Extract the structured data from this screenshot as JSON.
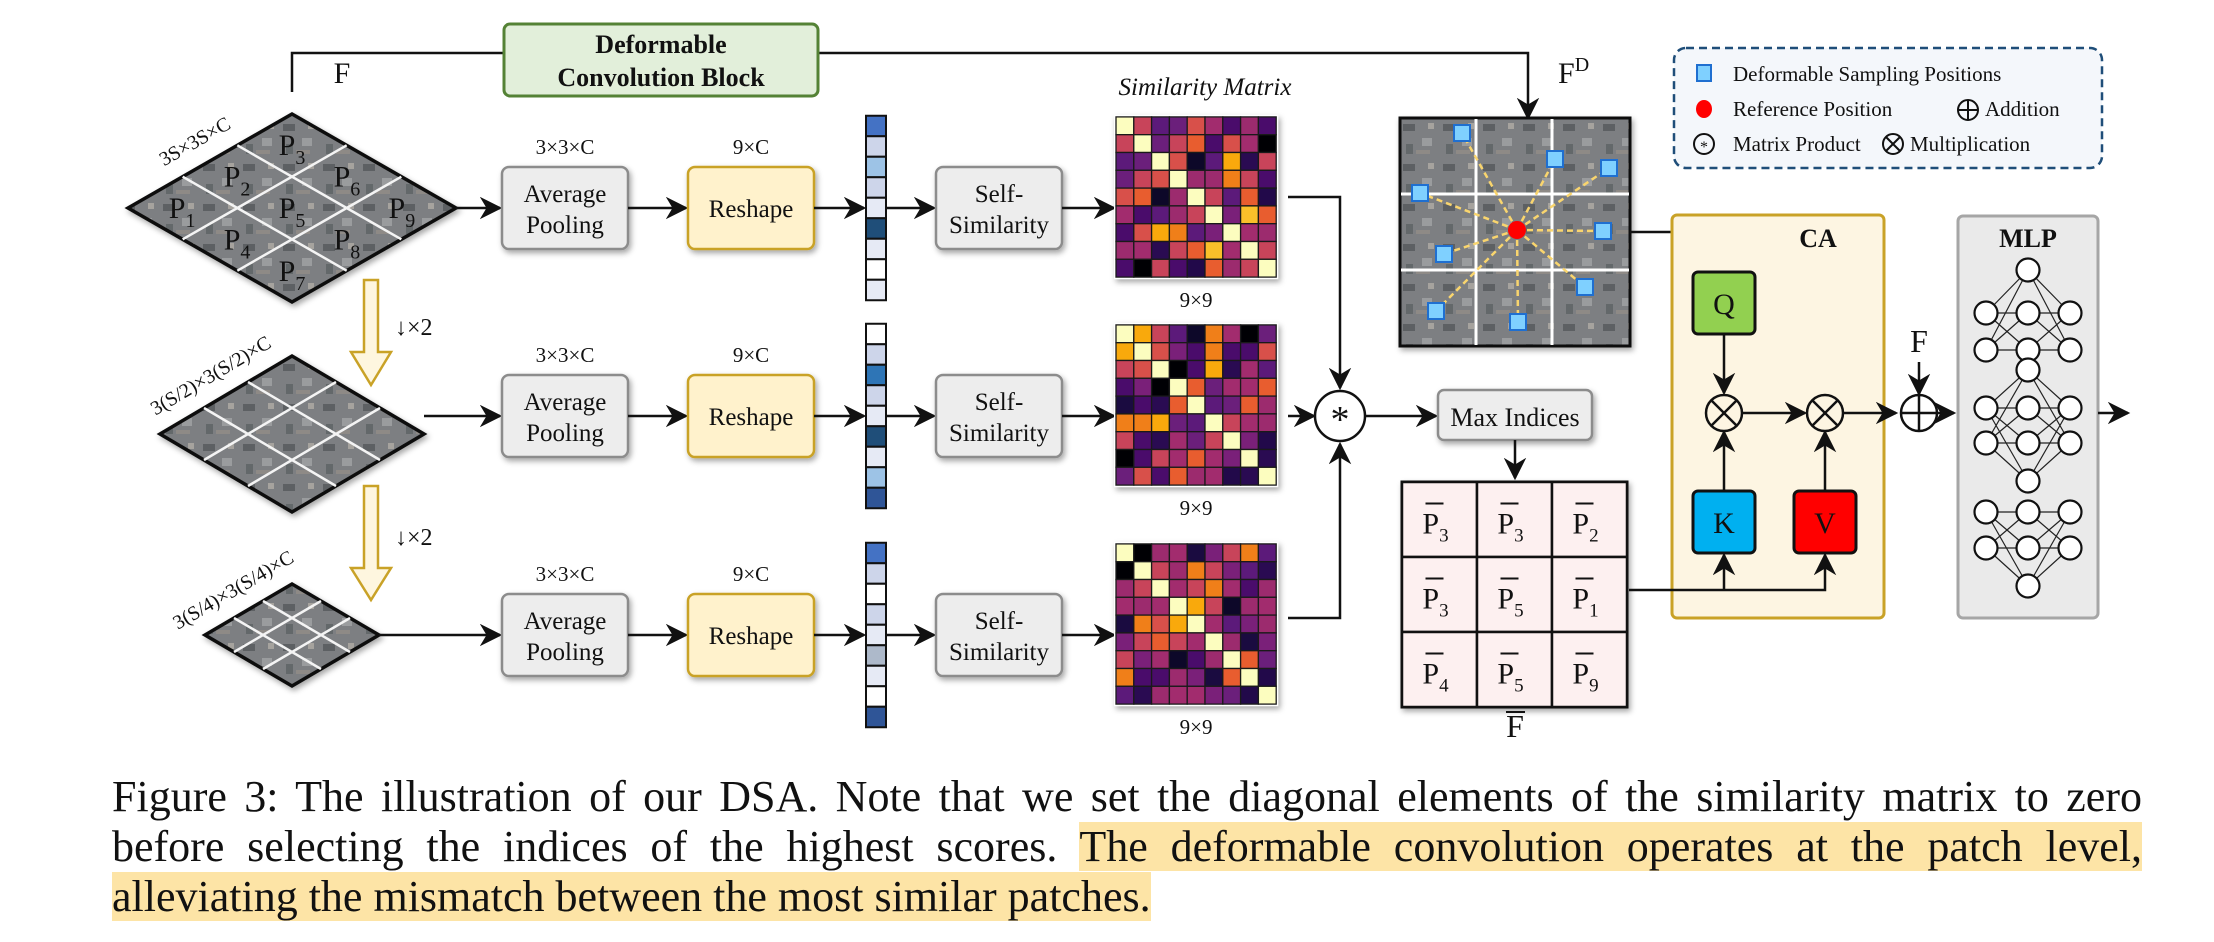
{
  "figure": {
    "deform_block": {
      "line1": "Deformable",
      "line2": "Convolution Block"
    },
    "label_F_top": "F",
    "label_FD": "F",
    "label_FD_sup": "D",
    "similarity_title": "Similarity Matrix",
    "scales": [
      {
        "input_dim": "3S×3S×C",
        "pool_dim": "3×3×C",
        "reshape_dim": "9×C",
        "pool_label_1": "Average",
        "pool_label_2": "Pooling",
        "reshape_label": "Reshape",
        "selfsim_label_1": "Self-",
        "selfsim_label_2": "Similarity",
        "matrix_dim": "9×9",
        "patch_labels": [
          "P3",
          "P2",
          "P6",
          "P1",
          "P5",
          "P9",
          "P4",
          "P8",
          "P7"
        ],
        "vector_colors": [
          "#4472c4",
          "#cdd5ea",
          "#9dc3e6",
          "#cdd5ea",
          "#e6eaf5",
          "#1f4e79",
          "#e6eaf5",
          "#ffffff",
          "#e6eaf5"
        ],
        "matrix": [
          [
            "#fcfdbf",
            "#c8445a",
            "#5c1a7a",
            "#6b1f7b",
            "#d8504a",
            "#a22c6e",
            "#4a0c6b",
            "#9c2b6e",
            "#4a0c6b"
          ],
          [
            "#c8445a",
            "#fcfdbf",
            "#6b1f7b",
            "#c8445a",
            "#e85d2f",
            "#4a0c6b",
            "#d8504a",
            "#a22c6e",
            "#000004"
          ],
          [
            "#5c1a7a",
            "#6b1f7b",
            "#fcfdbf",
            "#d8504a",
            "#0d0829",
            "#5c1a7a",
            "#f9a90c",
            "#2a0b52",
            "#c8445a"
          ],
          [
            "#6b1f7b",
            "#c8445a",
            "#d8504a",
            "#fcfdbf",
            "#9c2b6e",
            "#9c2b6e",
            "#f07f19",
            "#c8445a",
            "#4a0c6b"
          ],
          [
            "#d8504a",
            "#e85d2f",
            "#0d0829",
            "#9c2b6e",
            "#fcfdbf",
            "#c8445a",
            "#5c1a7a",
            "#e85d2f",
            "#22094a"
          ],
          [
            "#a22c6e",
            "#4a0c6b",
            "#5c1a7a",
            "#9c2b6e",
            "#c8445a",
            "#fcfdbf",
            "#7a2079",
            "#f9c02a",
            "#e85d2f"
          ],
          [
            "#4a0c6b",
            "#d8504a",
            "#f9a90c",
            "#f07f19",
            "#5c1a7a",
            "#7a2079",
            "#fcfdbf",
            "#a22c6e",
            "#9c2b6e"
          ],
          [
            "#9c2b6e",
            "#a22c6e",
            "#2a0b52",
            "#c8445a",
            "#e85d2f",
            "#f9c02a",
            "#a22c6e",
            "#fcfdbf",
            "#c8445a"
          ],
          [
            "#4a0c6b",
            "#000004",
            "#c8445a",
            "#4a0c6b",
            "#22094a",
            "#e85d2f",
            "#9c2b6e",
            "#c8445a",
            "#fcfdbf"
          ]
        ]
      },
      {
        "input_dim": "3(S/2)×3(S/2)×C",
        "pool_dim": "3×3×C",
        "reshape_dim": "9×C",
        "pool_label_1": "Average",
        "pool_label_2": "Pooling",
        "reshape_label": "Reshape",
        "selfsim_label_1": "Self-",
        "selfsim_label_2": "Similarity",
        "matrix_dim": "9×9",
        "downsample_label": "↓×2",
        "vector_colors": [
          "#ffffff",
          "#cdd5ea",
          "#2e75b6",
          "#cdd5ea",
          "#e6eaf5",
          "#1f4e79",
          "#e6eaf5",
          "#9dc3e6",
          "#2f5597"
        ],
        "matrix": [
          [
            "#fcfdbf",
            "#f9a90c",
            "#c8445a",
            "#5c1a7a",
            "#0d0829",
            "#f07f19",
            "#a22c6e",
            "#000004",
            "#6b1f7b"
          ],
          [
            "#f9a90c",
            "#fcfdbf",
            "#d8504a",
            "#7a2079",
            "#4a0c6b",
            "#f07f19",
            "#4a0c6b",
            "#4a0c6b",
            "#d8504a"
          ],
          [
            "#c8445a",
            "#d8504a",
            "#fcfdbf",
            "#000004",
            "#4a0c6b",
            "#f9a90c",
            "#2a0b52",
            "#a22c6e",
            "#5c1a7a"
          ],
          [
            "#4a0c6b",
            "#7a2079",
            "#000004",
            "#fcfdbf",
            "#e85d2f",
            "#6b1f7b",
            "#a22c6e",
            "#a22c6e",
            "#e85d2f"
          ],
          [
            "#1a0b40",
            "#4a0c6b",
            "#2a0b52",
            "#e85d2f",
            "#fcfdbf",
            "#5c1a7a",
            "#6b1f7b",
            "#e85d2f",
            "#9c2b6e"
          ],
          [
            "#f07f19",
            "#f07f19",
            "#f9a90c",
            "#6b1f7b",
            "#5c1a7a",
            "#fcfdbf",
            "#c8445a",
            "#a22c6e",
            "#9c2b6e"
          ],
          [
            "#c8445a",
            "#4a0c6b",
            "#2a0b52",
            "#a22c6e",
            "#6b1f7b",
            "#c8445a",
            "#fcfdbf",
            "#7a2079",
            "#22094a"
          ],
          [
            "#000004",
            "#4a0c6b",
            "#c8445a",
            "#a22c6e",
            "#e85d2f",
            "#a22c6e",
            "#7a2079",
            "#fcfdbf",
            "#2a0b52"
          ],
          [
            "#6b1f7b",
            "#d8504a",
            "#4a0c6b",
            "#e85d2f",
            "#9c2b6e",
            "#a22c6e",
            "#22094a",
            "#2a0b52",
            "#fcfdbf"
          ]
        ]
      },
      {
        "input_dim": "3(S/4)×3(S/4)×C",
        "pool_dim": "3×3×C",
        "reshape_dim": "9×C",
        "pool_label_1": "Average",
        "pool_label_2": "Pooling",
        "reshape_label": "Reshape",
        "selfsim_label_1": "Self-",
        "selfsim_label_2": "Similarity",
        "matrix_dim": "9×9",
        "downsample_label": "↓×2",
        "vector_colors": [
          "#4472c4",
          "#cdd5ea",
          "#ffffff",
          "#cdd5ea",
          "#e6eaf5",
          "#adb9ca",
          "#e6eaf5",
          "#ffffff",
          "#2f5597"
        ],
        "matrix": [
          [
            "#fcfdbf",
            "#000004",
            "#9c2b6e",
            "#a22c6e",
            "#1a0b40",
            "#7a2079",
            "#c8445a",
            "#f07f19",
            "#5c1a7a"
          ],
          [
            "#000004",
            "#fcfdbf",
            "#c8445a",
            "#9c2b6e",
            "#f07f19",
            "#c8445a",
            "#7a2079",
            "#5c1a7a",
            "#2a0b52"
          ],
          [
            "#9c2b6e",
            "#c8445a",
            "#fcfdbf",
            "#a22c6e",
            "#c8445a",
            "#f07f19",
            "#a22c6e",
            "#4a0c6b",
            "#9c2b6e"
          ],
          [
            "#a22c6e",
            "#9c2b6e",
            "#a22c6e",
            "#fcfdbf",
            "#f9a90c",
            "#c8445a",
            "#0d0829",
            "#9c2b6e",
            "#a22c6e"
          ],
          [
            "#1a0b40",
            "#f07f19",
            "#d8504a",
            "#f9a90c",
            "#fcfdbf",
            "#a22c6e",
            "#5c1a7a",
            "#7a2079",
            "#9c2b6e"
          ],
          [
            "#7a2079",
            "#c8445a",
            "#e85d2f",
            "#c8445a",
            "#a22c6e",
            "#fcfdbf",
            "#9c2b6e",
            "#1a0b40",
            "#7a2079"
          ],
          [
            "#c8445a",
            "#7a2079",
            "#a22c6e",
            "#0d0829",
            "#4a0c6b",
            "#9c2b6e",
            "#fcfdbf",
            "#e85d2f",
            "#6b1f7b"
          ],
          [
            "#f07f19",
            "#4a0c6b",
            "#4a0c6b",
            "#9c2b6e",
            "#7a2079",
            "#1a0b40",
            "#e85d2f",
            "#fcfdbf",
            "#22094a"
          ],
          [
            "#5c1a7a",
            "#2a0b52",
            "#9c2b6e",
            "#a22c6e",
            "#a22c6e",
            "#7a2079",
            "#6b1f7b",
            "#22094a",
            "#fcfdbf"
          ]
        ]
      }
    ],
    "matrix_product_symbol": "*",
    "max_indices_label": "Max Indices",
    "fbar_grid": [
      "3",
      "3",
      "2",
      "3",
      "5",
      "1",
      "4",
      "5",
      "9"
    ],
    "fbar_label": "F",
    "legend": {
      "deformable": "Deformable Sampling Positions",
      "reference": "Reference Position",
      "addition": "Addition",
      "matrix_product": "Matrix Product",
      "multiplication": "Multiplication"
    },
    "ca": {
      "title": "CA",
      "q": "Q",
      "k": "K",
      "v": "V"
    },
    "label_F_add": "F",
    "mlp": {
      "title": "MLP"
    },
    "colors": {
      "deform_fill": "#e2efda",
      "deform_stroke": "#548235",
      "pool_fill": "#ededed",
      "pool_stroke": "#8c8c8c",
      "reshape_fill": "#fff2cc",
      "reshape_stroke": "#c9a227",
      "ca_fill": "#fdf5e2",
      "ca_stroke": "#c9a227",
      "mlp_fill": "#eaeaea",
      "mlp_stroke": "#a6a6a6",
      "q_fill": "#92d050",
      "k_fill": "#00b0f0",
      "v_fill": "#ff0000",
      "sample_fill": "#7fd0ff",
      "sample_stroke": "#1f6fd0",
      "ref_fill": "#ff0000",
      "legend_stroke": "#1f4e79",
      "fbar_fill": "#fdf0f0",
      "highlight": "#fde4a6"
    }
  },
  "caption": {
    "part1": "Figure 3: The illustration of our DSA. Note that we set the diagonal elements of the similarity matrix to zero before selecting the indices of the highest scores.  ",
    "part2_highlighted": "The deformable convolution operates at the patch level, alleviating the mismatch between the most similar patches."
  }
}
